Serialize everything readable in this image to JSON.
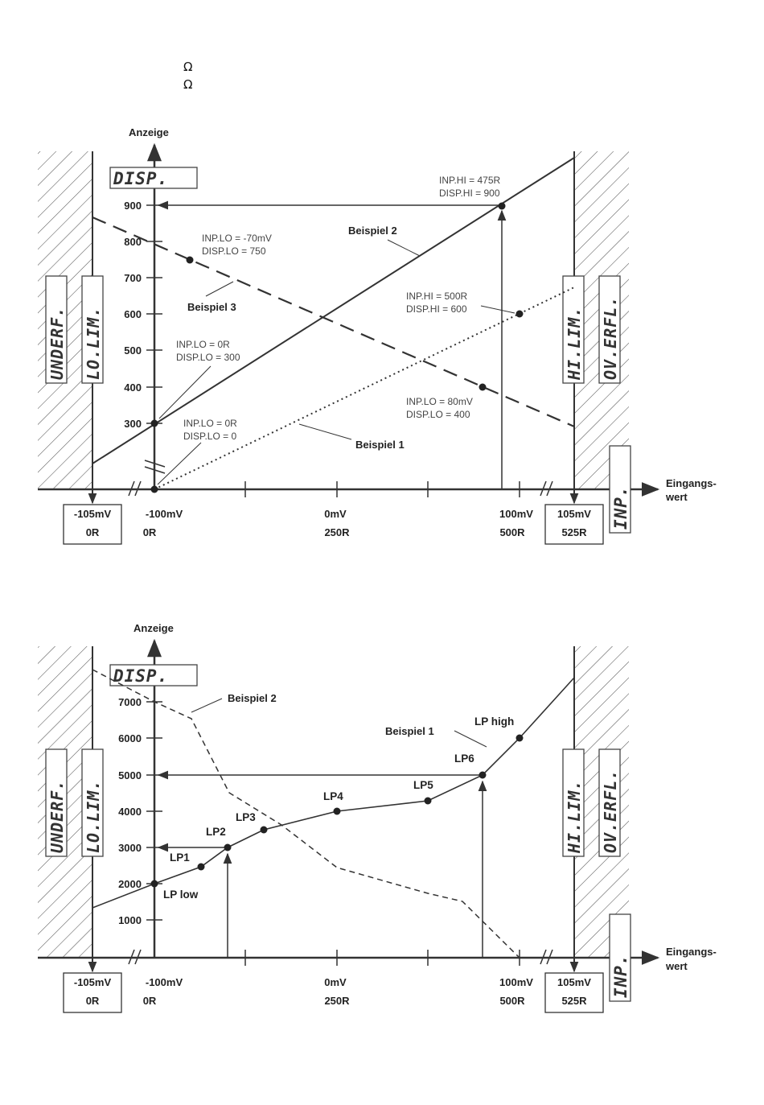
{
  "omega_lines": [
    "Ω",
    "Ω"
  ],
  "charts": [
    {
      "id": "chart1",
      "y_axis_title": "Anzeige",
      "x_axis_title_1": "Eingangs-",
      "x_axis_title_2": "wert",
      "disp_label": "DISP.",
      "inp_label": "INP.",
      "left_labels": [
        "UNDERF.",
        "LO.LIM."
      ],
      "right_labels": [
        "HI.LIM.",
        "OV.ERFL."
      ],
      "y_ticks": [
        "900",
        "800",
        "700",
        "600",
        "500",
        "400",
        "300"
      ],
      "x_ticks": [
        {
          "mv": "-105mV",
          "r": "0R",
          "boxed": true
        },
        {
          "mv": "-100mV",
          "r": "0R",
          "boxed": false
        },
        {
          "mv": "0mV",
          "r": "250R",
          "boxed": false
        },
        {
          "mv": "100mV",
          "r": "500R",
          "boxed": false
        },
        {
          "mv": "105mV",
          "r": "525R",
          "boxed": true
        }
      ],
      "annotations": [
        {
          "id": "a1",
          "line1": "INP.HI = 475R",
          "line2": "DISP.HI = 900"
        },
        {
          "id": "a2",
          "line1": "INP.LO = -70mV",
          "line2": "DISP.LO = 750"
        },
        {
          "id": "a3",
          "line1": "INP.HI = 500R",
          "line2": "DISP.HI = 600"
        },
        {
          "id": "a4",
          "line1": "INP.LO = 0R",
          "line2": "DISP.LO = 300"
        },
        {
          "id": "a5",
          "line1": "INP.LO = 80mV",
          "line2": "DISP.LO = 400"
        },
        {
          "id": "a6",
          "line1": "INP.LO = 0R",
          "line2": "DISP.LO = 0"
        }
      ],
      "series_labels": {
        "b1": "Beispiel 1",
        "b2": "Beispiel 2",
        "b3": "Beispiel 3"
      }
    },
    {
      "id": "chart2",
      "y_axis_title": "Anzeige",
      "x_axis_title_1": "Eingangs-",
      "x_axis_title_2": "wert",
      "disp_label": "DISP.",
      "inp_label": "INP.",
      "left_labels": [
        "UNDERF.",
        "LO.LIM."
      ],
      "right_labels": [
        "HI.LIM.",
        "OV.ERFL."
      ],
      "y_ticks": [
        "7000",
        "6000",
        "5000",
        "4000",
        "3000",
        "2000",
        "1000"
      ],
      "x_ticks": [
        {
          "mv": "-105mV",
          "r": "0R",
          "boxed": true
        },
        {
          "mv": "-100mV",
          "r": "0R",
          "boxed": false
        },
        {
          "mv": "0mV",
          "r": "250R",
          "boxed": false
        },
        {
          "mv": "100mV",
          "r": "500R",
          "boxed": false
        },
        {
          "mv": "105mV",
          "r": "525R",
          "boxed": true
        }
      ],
      "lp_labels": [
        "LP low",
        "LP1",
        "LP2",
        "LP3",
        "LP4",
        "LP5",
        "LP6",
        "LP high"
      ],
      "series_labels": {
        "b1": "Beispiel 1",
        "b2": "Beispiel 2"
      }
    }
  ]
}
